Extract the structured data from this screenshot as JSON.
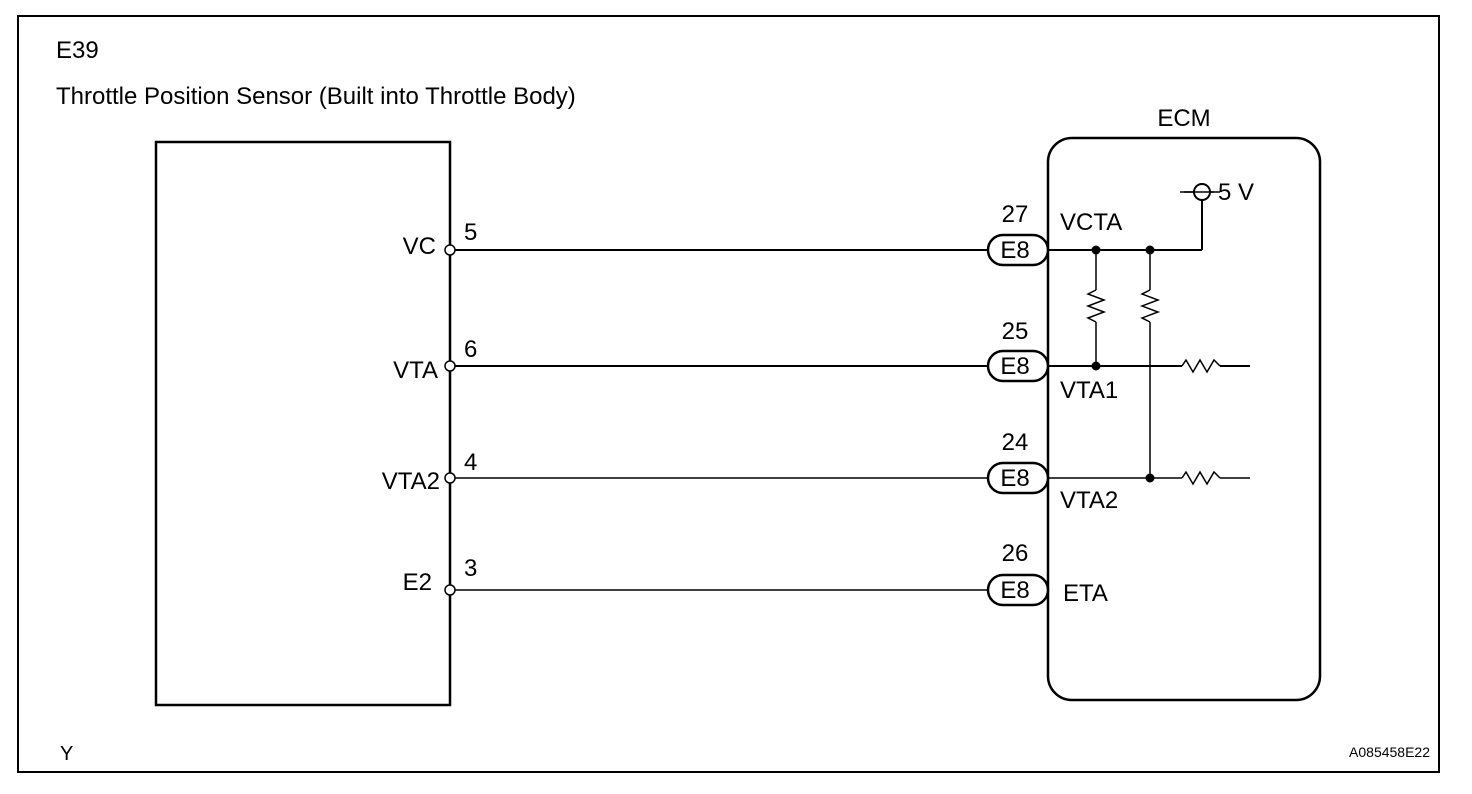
{
  "header": {
    "connector_id": "E39",
    "component_title": "Throttle Position Sensor (Built into Throttle Body)"
  },
  "ecm": {
    "title": "ECM",
    "supply_label": "5 V"
  },
  "sensor_pins": [
    {
      "name": "VC",
      "pin": "5"
    },
    {
      "name": "VTA",
      "pin": "6"
    },
    {
      "name": "VTA2",
      "pin": "4"
    },
    {
      "name": "E2",
      "pin": "3"
    }
  ],
  "ecm_pins": [
    {
      "connector": "E8",
      "pin": "27",
      "terminal": "VCTA"
    },
    {
      "connector": "E8",
      "pin": "25",
      "terminal": "VTA1"
    },
    {
      "connector": "E8",
      "pin": "24",
      "terminal": "VTA2"
    },
    {
      "connector": "E8",
      "pin": "26",
      "terminal": "ETA"
    }
  ],
  "footer": {
    "wire_color": "Y",
    "figure_code": "A085458E22"
  }
}
